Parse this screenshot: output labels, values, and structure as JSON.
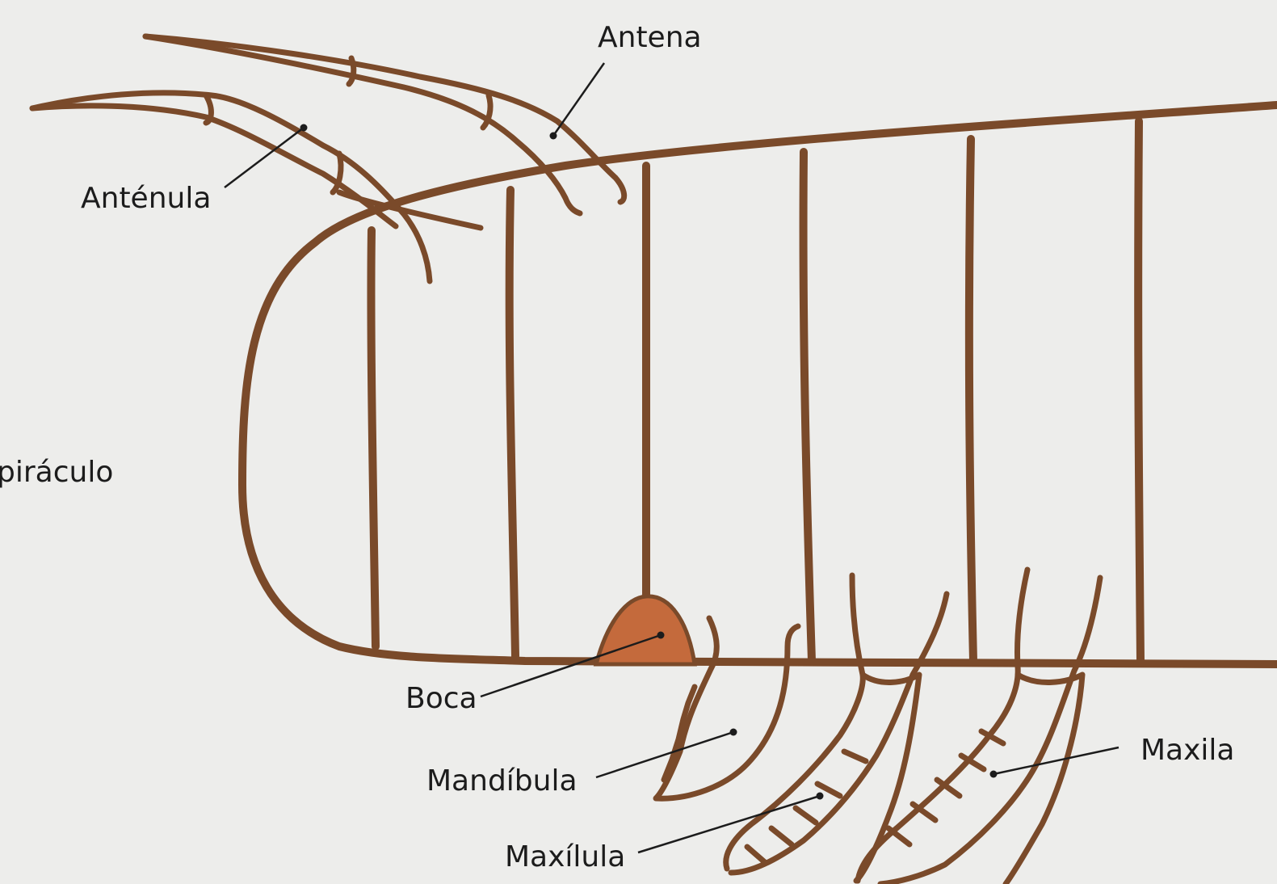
{
  "labels": {
    "antena": "Antena",
    "antenula": "Anténula",
    "espiraculo": "piráculo",
    "boca": "Boca",
    "mandibula": "Mandíbula",
    "maxilula": "Maxílula",
    "maxila": "Maxila"
  },
  "colors": {
    "background": "#ededeb",
    "outline": "#7a4a2a",
    "mouth": "#c46a3c",
    "label": "#1c1c1c"
  }
}
